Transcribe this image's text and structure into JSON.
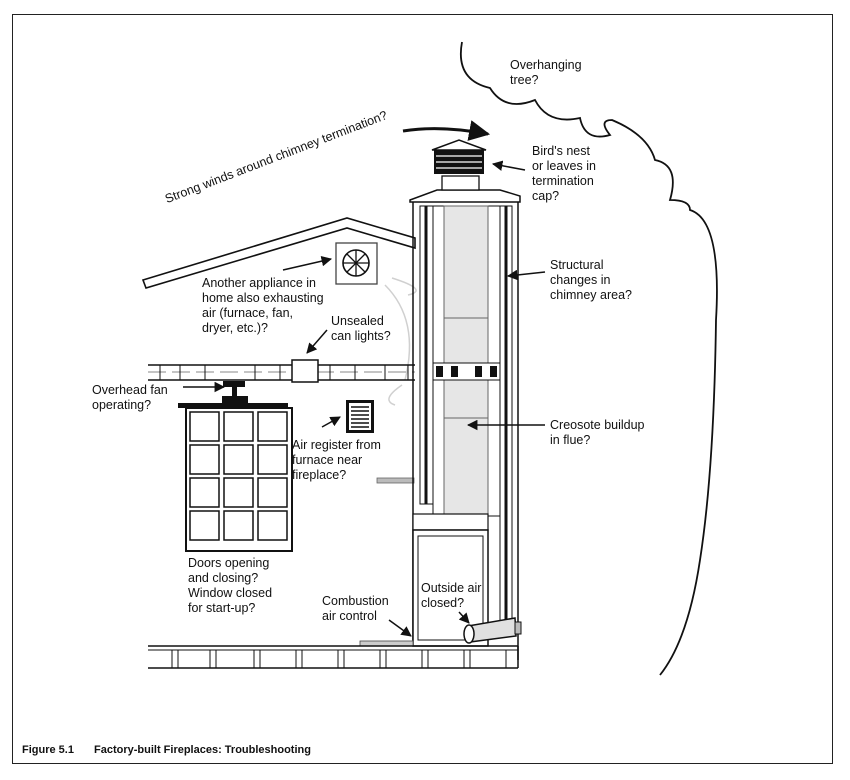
{
  "callouts": {
    "tree": "Overhanging\ntree?",
    "winds": "Strong winds around chimney termination?",
    "nest": "Bird's nest\nor leaves in\ntermination\ncap?",
    "appliance": "Another appliance in\nhome also exhausting\nair (furnace, fan,\ndryer, etc.)?",
    "structural": "Structural\nchanges in\nchimney area?",
    "can_lights": "Unsealed\ncan lights?",
    "fan": "Overhead fan\noperating?",
    "register": "Air register from\nfurnace near\nfireplace?",
    "creosote": "Creosote buildup\nin flue?",
    "doors": "Doors opening\nand closing?\nWindow closed\nfor start-up?",
    "combustion": "Combustion\nair control",
    "outside_air": "Outside air\nclosed?"
  },
  "caption": {
    "number": "Figure 5.1",
    "title": "Factory-built Fireplaces: Troubleshooting"
  }
}
